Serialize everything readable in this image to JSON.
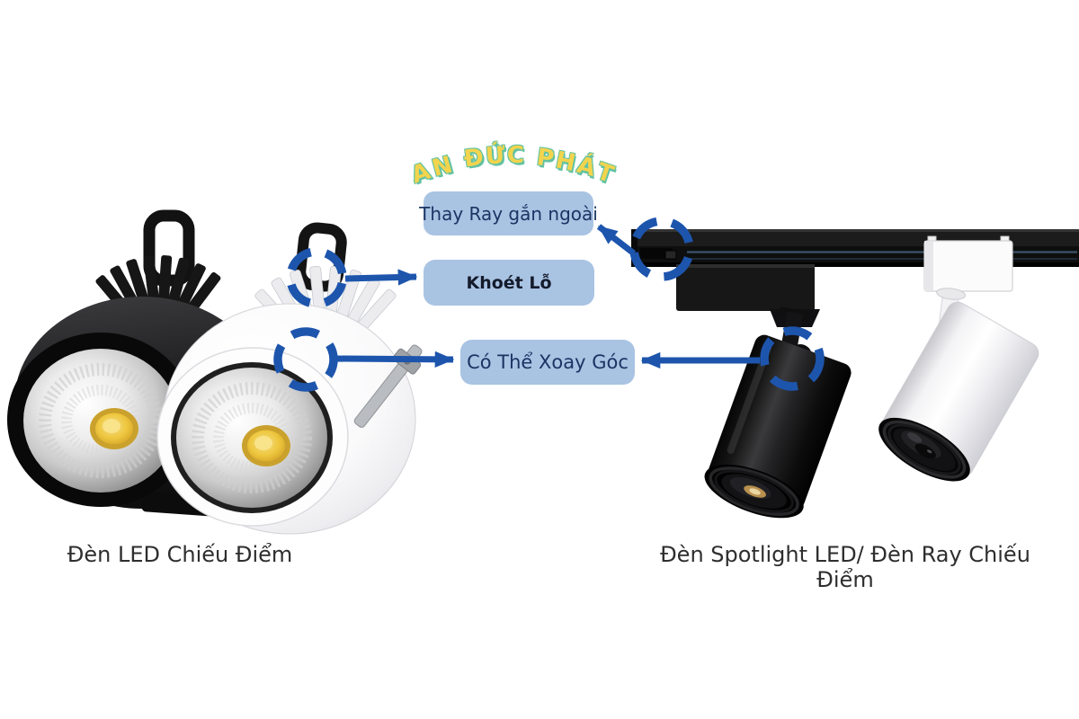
{
  "logo": {
    "text": "AN ĐỨC PHÁT",
    "fill": "#f3d44e",
    "outline": "#62c2a2"
  },
  "callouts": [
    {
      "label": "Thay Ray gắn ngoài"
    },
    {
      "label": "Khoét Lỗ"
    },
    {
      "label": "Có Thể Xoay Góc"
    }
  ],
  "captions": {
    "left": "Đèn LED Chiếu Điểm",
    "right": "Đèn Spotlight LED/ Đèn Ray Chiếu Điểm"
  },
  "colors": {
    "background": "#ffffff",
    "annotation": "#1d55ad",
    "callout_bg": "#a9c3e3",
    "callout_text": "#1a3563",
    "caption_text": "#2e2e2e"
  }
}
